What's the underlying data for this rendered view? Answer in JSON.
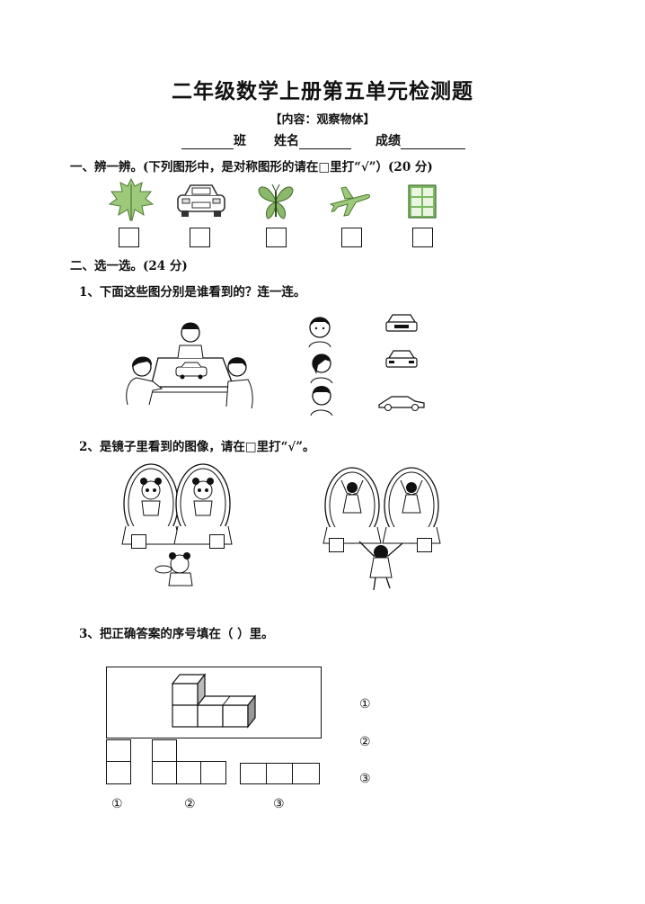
{
  "header": {
    "title": "二年级数学上册第五单元检测题",
    "subtitle": "【内容：观察物体】",
    "class_label": "班",
    "name_label": "姓名",
    "score_label": "成绩"
  },
  "section1": {
    "heading": "一、辨一辨。(下列图形中，是对称图形的请在□里打“√”）(20 分)",
    "items": [
      {
        "icon": "leaf-icon",
        "color": "#8fbf6a"
      },
      {
        "icon": "car-icon",
        "color": "#6a6a6a"
      },
      {
        "icon": "butterfly-icon",
        "color": "#7aa65a"
      },
      {
        "icon": "airplane-icon",
        "color": "#8fbf6a"
      },
      {
        "icon": "window-icon",
        "color": "#6fae5a"
      }
    ]
  },
  "section2": {
    "heading": "二、选一选。(24 分)",
    "q1": "1、下面这些图分别是谁看到的？连一连。",
    "q2": "2、是镜子里看到的图像，请在□里打“√”。",
    "q3": "3、把正确答案的序号填在（ ）里。",
    "q3_right_labels": [
      "①",
      "②",
      "③"
    ],
    "q3_bottom_labels": [
      "①",
      "②",
      "③"
    ]
  }
}
